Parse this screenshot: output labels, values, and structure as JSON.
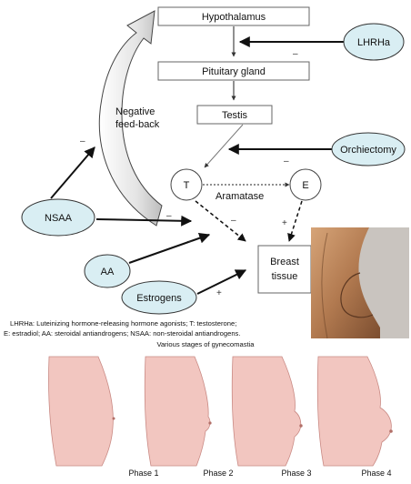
{
  "nodes": {
    "hypothalamus": "Hypothalamus",
    "pituitary": "Pituitary gland",
    "testis": "Testis",
    "t": "T",
    "e": "E",
    "breast_line1": "Breast",
    "breast_line2": "tissue",
    "lhrha": "LHRHa",
    "orchiectomy": "Orchiectomy",
    "nsaa": "NSAA",
    "aa": "AA",
    "estrogens": "Estrogens"
  },
  "labels": {
    "feedback_line1": "Negative",
    "feedback_line2": "feed-back",
    "aramatase": "Aramatase"
  },
  "signs": {
    "minus": "–",
    "plus": "+"
  },
  "caption": {
    "line1": "LHRHa: Luteinizing hormone-releasing hormone agonists; T: testosterone;",
    "line2": "E: estradiol; AA: steroidal antiandrogens; NSAA: non-steroidal antiandrogens."
  },
  "gynecomastia": {
    "title": "Various stages of gynecomastia",
    "phases": [
      "Phase 1",
      "Phase 2",
      "Phase 3",
      "Phase 4"
    ]
  },
  "colors": {
    "oval_fill": "#d9eef3",
    "skin": "#f2c6c0",
    "photo_skin": "#b8825a"
  }
}
